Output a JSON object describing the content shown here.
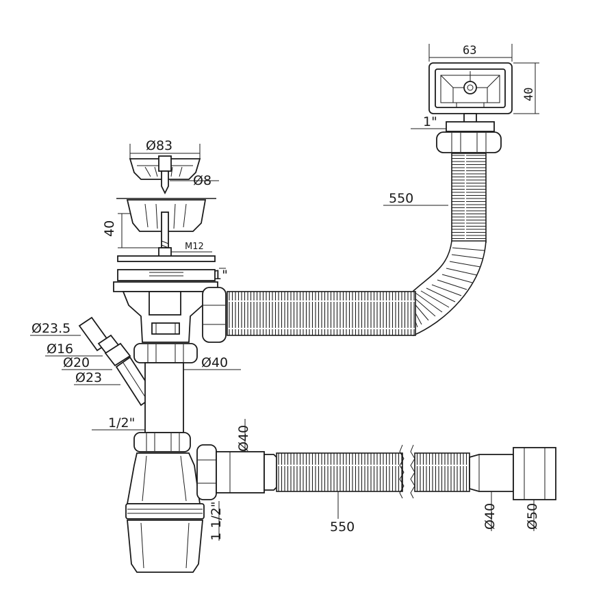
{
  "dimensions": {
    "overflow_width": "63",
    "overflow_height": "40",
    "overflow_thread": "1\"",
    "overflow_hose_length": "550",
    "strainer_diameter": "Ø83",
    "screw_diameter": "Ø8",
    "strainer_height": "40",
    "screw_thread": "M12",
    "outlet_thread": "1\"",
    "side_inlet_d1": "Ø23.5",
    "side_inlet_d2": "Ø16",
    "side_inlet_d3": "Ø20",
    "side_inlet_d4": "Ø23",
    "body_diameter": "Ø40",
    "tail_thread": "1/2\"",
    "trap_outlet_diameter": "Ø40",
    "trap_thread": "1 1/2\"",
    "drain_hose_length": "550",
    "drain_end_d1": "Ø40",
    "drain_end_d2": "Ø50"
  }
}
